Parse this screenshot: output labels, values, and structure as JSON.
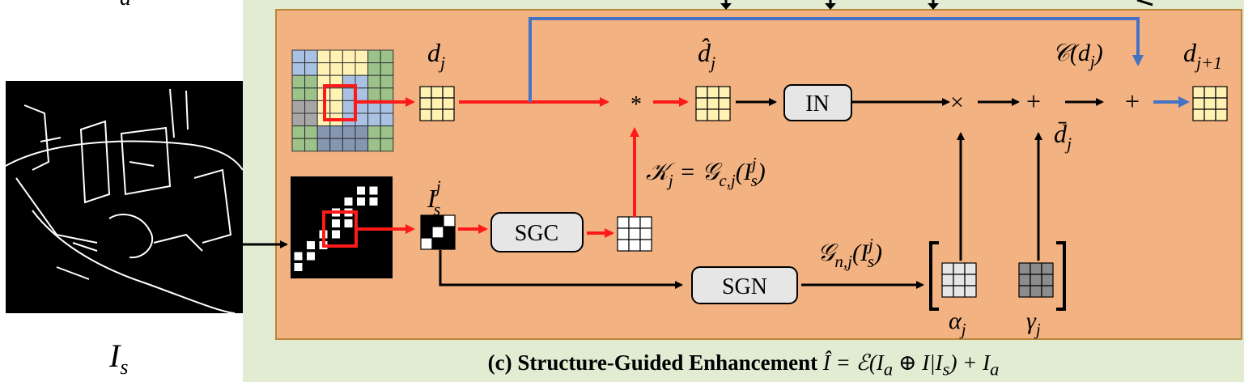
{
  "colors": {
    "outer_panel": "#e1ecd3",
    "inner_panel": "#f2b282",
    "inner_border": "#b9873a",
    "red_path": "#ff1a1a",
    "blue_path": "#4472c4",
    "box_fill": "#e6e6e6",
    "cell_yellow": "#fff2b3",
    "cell_blue": "#a9c1e3",
    "cell_green": "#9cc28a",
    "cell_gray": "#a6a6a6",
    "cell_slate": "#8496b0"
  },
  "labels": {
    "top_cut": "d",
    "is_left": "I",
    "is_left_sub": "s",
    "dj": "d",
    "dj_sub": "j",
    "dhat": "d̂",
    "dhat_sub": "j",
    "cdj": "𝒞(d",
    "cdj_sub": "j",
    "cdj_close": ")",
    "djp1": "d",
    "djp1_sub": "j+1",
    "dbar": "d̄",
    "dbar_sub": "j",
    "isj": "I",
    "isj_sup": "j",
    "isj_sub": "s",
    "kj": "𝒦",
    "kj_sub": "j",
    "kj_eq": " = 𝒢",
    "kj_eq_sub": "c,j",
    "kj_paren": "(I",
    "kj_sup": "j",
    "kj_sub2": "s",
    "kj_close": ")",
    "gn": "𝒢",
    "gn_sub": "n,j",
    "gn_paren": "(I",
    "gn_sup": "j",
    "gn_sub2": "s",
    "gn_close": ")",
    "alpha": "α",
    "alpha_sub": "j",
    "gamma": "γ",
    "gamma_sub": "j"
  },
  "operators": {
    "conv": "*",
    "mul": "×",
    "add1": "+",
    "add2": "+"
  },
  "boxes": {
    "in": "IN",
    "sgc": "SGC",
    "sgn": "SGN"
  },
  "caption": {
    "bold": "(c) Structure-Guided Enhancement ",
    "math": "Î = ℰ(I",
    "math_sub1": "a",
    "math_2": " ⊕ I|I",
    "math_sub2": "s",
    "math_3": ") + I",
    "math_sub3": "a"
  }
}
